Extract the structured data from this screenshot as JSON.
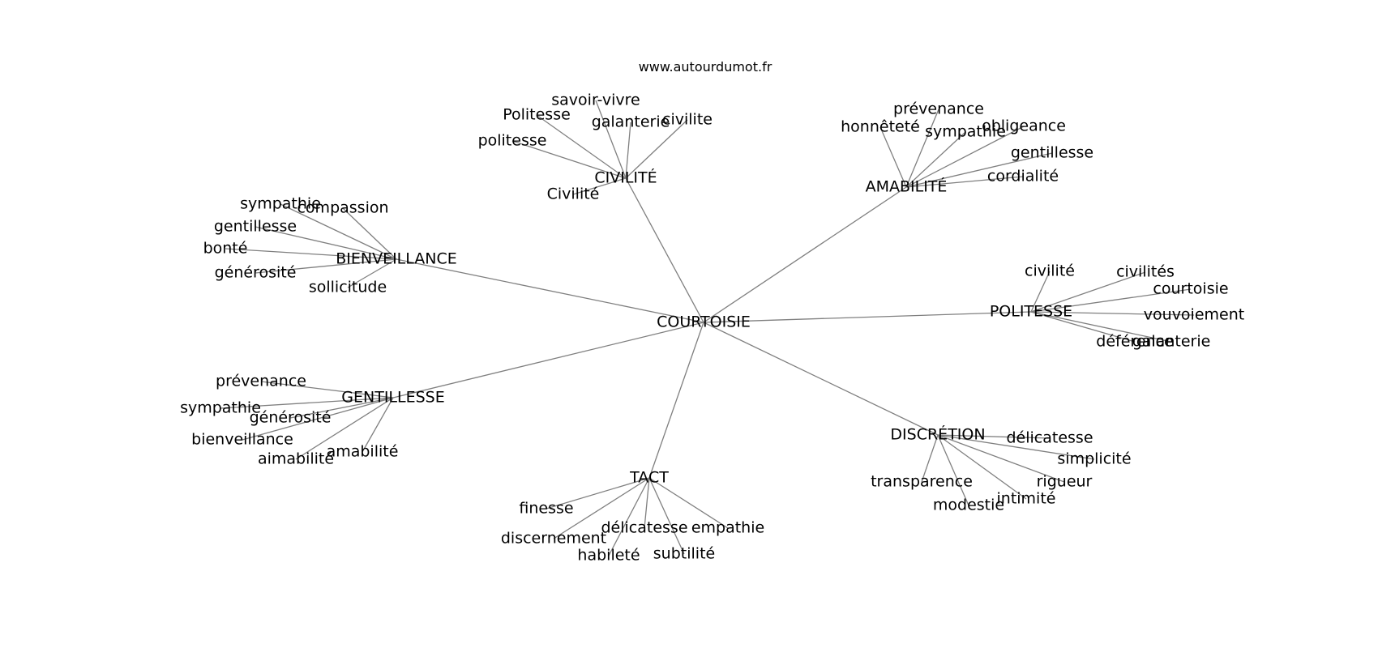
{
  "site": "www.autourdumot.fr",
  "colors": {
    "edge": "#7f7f7f",
    "text": "#000000",
    "background": "#ffffff"
  },
  "graph": {
    "center": "COURTOISIE",
    "hubs": [
      {
        "label": "CIVILITÉ",
        "leaves": [
          "savoir-vivre",
          "Politesse",
          "galanterie",
          "civilite",
          "politesse",
          "Civilité"
        ]
      },
      {
        "label": "AMABILITÉ",
        "leaves": [
          "prévenance",
          "honnêteté",
          "sympathie",
          "obligeance",
          "gentillesse",
          "cordialité"
        ]
      },
      {
        "label": "BIENVEILLANCE",
        "leaves": [
          "sympathie",
          "compassion",
          "gentillesse",
          "bonté",
          "générosité",
          "sollicitude"
        ]
      },
      {
        "label": "POLITESSE",
        "leaves": [
          "civilité",
          "civilités",
          "courtoisie",
          "vouvoiement",
          "déférence",
          "galanterie"
        ]
      },
      {
        "label": "GENTILLESSE",
        "leaves": [
          "prévenance",
          "sympathie",
          "générosité",
          "bienveillance",
          "aimabilité",
          "amabilité"
        ]
      },
      {
        "label": "DISCRÉTION",
        "leaves": [
          "délicatesse",
          "simplicité",
          "transparence",
          "rigueur",
          "intimité",
          "modestie"
        ]
      },
      {
        "label": "TACT",
        "leaves": [
          "finesse",
          "discernement",
          "délicatesse",
          "empathie",
          "habileté",
          "subtilité"
        ]
      }
    ]
  }
}
